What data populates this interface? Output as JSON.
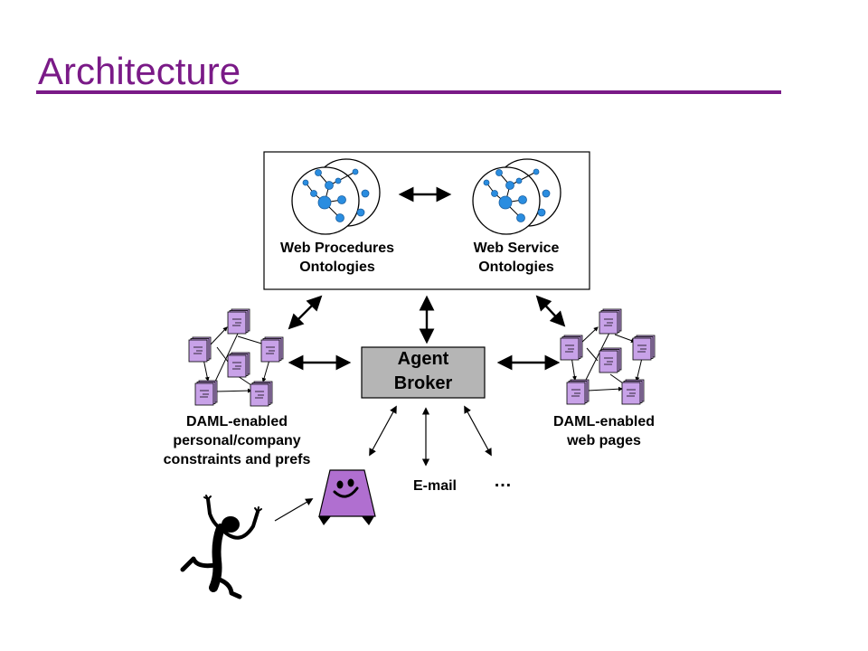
{
  "title": "Architecture",
  "colors": {
    "title": "#7a1a87",
    "broker_fill": "#b5b5b5",
    "agent_fill": "#b06fd0",
    "doc_fill": "#c8a2e8",
    "node_fill": "#2a8de0"
  },
  "ontologies": {
    "left_label_line1": "Web Procedures",
    "left_label_line2": "Ontologies",
    "right_label_line1": "Web Service",
    "right_label_line2": "Ontologies"
  },
  "broker": {
    "line1": "Agent",
    "line2": "Broker"
  },
  "personal": {
    "line1": "DAML-enabled",
    "line2": "personal/company",
    "line3": "constraints and prefs"
  },
  "webpages": {
    "line1": "DAML-enabled",
    "line2": "web pages"
  },
  "email_label": "E-mail",
  "ellipsis": "…",
  "icons": [
    "ontology-graph-icon",
    "document-network-icon",
    "smiley-agent-icon",
    "stick-figure-user-icon"
  ]
}
